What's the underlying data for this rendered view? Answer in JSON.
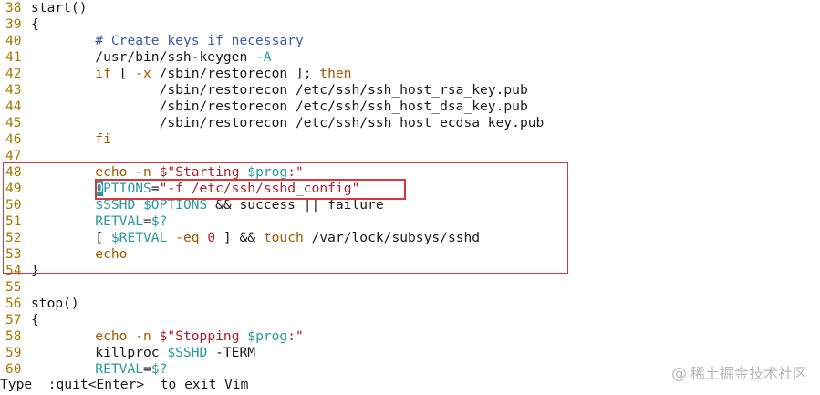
{
  "lines": [
    {
      "n": "38",
      "tokens": [
        {
          "t": "start()",
          "c": ""
        }
      ]
    },
    {
      "n": "39",
      "tokens": [
        {
          "t": "{",
          "c": ""
        }
      ]
    },
    {
      "n": "40",
      "tokens": [
        {
          "t": "        ",
          "c": ""
        },
        {
          "t": "# Create keys if necessary",
          "c": "comment"
        }
      ]
    },
    {
      "n": "41",
      "tokens": [
        {
          "t": "        /usr/bin/ssh-keygen ",
          "c": ""
        },
        {
          "t": "-A",
          "c": "var"
        }
      ]
    },
    {
      "n": "42",
      "tokens": [
        {
          "t": "        ",
          "c": ""
        },
        {
          "t": "if",
          "c": "keyword"
        },
        {
          "t": " [ ",
          "c": ""
        },
        {
          "t": "-x",
          "c": "keyword"
        },
        {
          "t": " /sbin/restorecon ]; ",
          "c": ""
        },
        {
          "t": "then",
          "c": "keyword"
        }
      ]
    },
    {
      "n": "43",
      "tokens": [
        {
          "t": "                /sbin/restorecon /etc/ssh/ssh_host_rsa_key.pub",
          "c": ""
        }
      ]
    },
    {
      "n": "44",
      "tokens": [
        {
          "t": "                /sbin/restorecon /etc/ssh/ssh_host_dsa_key.pub",
          "c": ""
        }
      ]
    },
    {
      "n": "45",
      "tokens": [
        {
          "t": "                /sbin/restorecon /etc/ssh/ssh_host_ecdsa_key.pub",
          "c": ""
        }
      ]
    },
    {
      "n": "46",
      "tokens": [
        {
          "t": "        ",
          "c": ""
        },
        {
          "t": "fi",
          "c": "keyword"
        }
      ]
    },
    {
      "n": "47",
      "tokens": []
    },
    {
      "n": "48",
      "tokens": [
        {
          "t": "        ",
          "c": ""
        },
        {
          "t": "echo",
          "c": "keyword"
        },
        {
          "t": " ",
          "c": ""
        },
        {
          "t": "-n",
          "c": "keyword"
        },
        {
          "t": " ",
          "c": ""
        },
        {
          "t": "$\"Starting ",
          "c": "string"
        },
        {
          "t": "$prog",
          "c": "var"
        },
        {
          "t": ":\"",
          "c": "string"
        }
      ]
    },
    {
      "n": "49",
      "tokens": [
        {
          "t": "        ",
          "c": ""
        },
        {
          "t": "O",
          "c": "cursor"
        },
        {
          "t": "PTIONS",
          "c": "opt"
        },
        {
          "t": "=",
          "c": ""
        },
        {
          "t": "\"-f /etc/ssh/sshd_config\"",
          "c": "string"
        }
      ]
    },
    {
      "n": "50",
      "tokens": [
        {
          "t": "        ",
          "c": ""
        },
        {
          "t": "$SSHD $OPTIONS",
          "c": "var"
        },
        {
          "t": " && success || failure",
          "c": ""
        }
      ]
    },
    {
      "n": "51",
      "tokens": [
        {
          "t": "        ",
          "c": ""
        },
        {
          "t": "RETVAL",
          "c": "opt"
        },
        {
          "t": "=",
          "c": ""
        },
        {
          "t": "$?",
          "c": "var"
        }
      ]
    },
    {
      "n": "52",
      "tokens": [
        {
          "t": "        [ ",
          "c": ""
        },
        {
          "t": "$RETVAL",
          "c": "var"
        },
        {
          "t": " ",
          "c": ""
        },
        {
          "t": "-eq",
          "c": "keyword"
        },
        {
          "t": " ",
          "c": ""
        },
        {
          "t": "0",
          "c": "num"
        },
        {
          "t": " ] && ",
          "c": ""
        },
        {
          "t": "touch",
          "c": "keyword"
        },
        {
          "t": " /var/lock/subsys/sshd",
          "c": ""
        }
      ]
    },
    {
      "n": "53",
      "tokens": [
        {
          "t": "        ",
          "c": ""
        },
        {
          "t": "echo",
          "c": "keyword"
        }
      ]
    },
    {
      "n": "54",
      "tokens": [
        {
          "t": "}",
          "c": ""
        }
      ]
    },
    {
      "n": "55",
      "tokens": []
    },
    {
      "n": "56",
      "tokens": [
        {
          "t": "stop()",
          "c": ""
        }
      ]
    },
    {
      "n": "57",
      "tokens": [
        {
          "t": "{",
          "c": ""
        }
      ]
    },
    {
      "n": "58",
      "tokens": [
        {
          "t": "        ",
          "c": ""
        },
        {
          "t": "echo",
          "c": "keyword"
        },
        {
          "t": " ",
          "c": ""
        },
        {
          "t": "-n",
          "c": "keyword"
        },
        {
          "t": " ",
          "c": ""
        },
        {
          "t": "$\"Stopping ",
          "c": "string"
        },
        {
          "t": "$prog",
          "c": "var"
        },
        {
          "t": ":\"",
          "c": "string"
        }
      ]
    },
    {
      "n": "59",
      "tokens": [
        {
          "t": "        killproc ",
          "c": ""
        },
        {
          "t": "$SSHD",
          "c": "var"
        },
        {
          "t": " -TERM",
          "c": ""
        }
      ]
    },
    {
      "n": "60",
      "tokens": [
        {
          "t": "        ",
          "c": ""
        },
        {
          "t": "RETVAL",
          "c": "opt"
        },
        {
          "t": "=",
          "c": ""
        },
        {
          "t": "$?",
          "c": "var"
        }
      ]
    }
  ],
  "status_message": "Type  :quit<Enter>  to exit Vim",
  "watermark": "稀土掘金技术社区",
  "watermark_symbol": "@",
  "colors": {
    "line_number": "#a67a00",
    "comment": "#3b5bab",
    "keyword": "#a05a00",
    "string": "#b0202a",
    "variable": "#2a9aa0",
    "highlight_box": "#d9363e"
  }
}
